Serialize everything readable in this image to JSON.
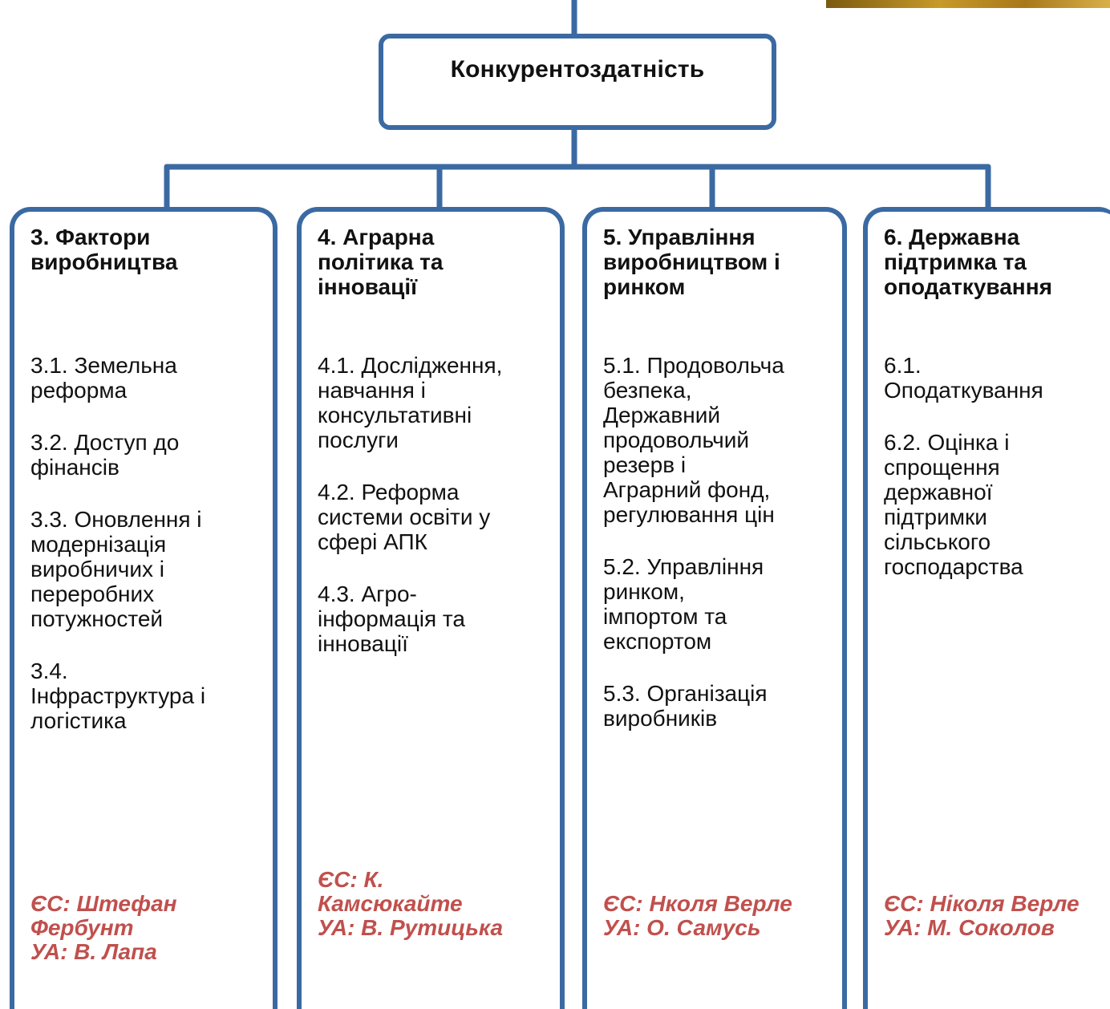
{
  "root": {
    "title": "Конкурентоздатність"
  },
  "columns": [
    {
      "title": "3. Фактори\nвиробництва",
      "items": [
        "3.1. Земельна\nреформа",
        "3.2. Доступ до\nфінансів",
        "3.3. Оновлення і\nмодернізація\nвиробничих і\nпереробних\nпотужностей",
        "3.4.\nІнфраструктура і\nлогістика"
      ],
      "credits": "ЄС: Штефан\nФербунт\nУА:  В. Лапа"
    },
    {
      "title": "4. Аграрна\nполітика та\nінновації",
      "items": [
        "4.1. Дослідження,\nнавчання і\nконсультативні\nпослуги",
        "4.2. Реформа\nсистеми освіти у\nсфері АПК",
        "4.3. Агро-\nінформація та\nінновації"
      ],
      "credits": "ЄС: К.\nКамсюкайте\nУА:  В. Рутицька"
    },
    {
      "title": "5. Управління\nвиробництвом і\nринком",
      "items": [
        "5.1. Продовольча\nбезпека,\nДержавний\nпродовольчий\nрезерв і\nАграрний фонд,\nрегулювання  цін",
        "5.2. Управління\nринком,\nімпортом та\nекспортом",
        "5.3. Організація\nвиробників"
      ],
      "credits": "ЄС: Нколя  Верле\nУА:  О. Самусь"
    },
    {
      "title": "6. Державна\nпідтримка та\nоподаткування",
      "items": [
        "6.1.\nОподаткування",
        "6.2. Оцінка і\nспрощення\nдержавної\nпідтримки\nсільського\nгосподарства"
      ],
      "credits": "ЄС: Ніколя Верле\nУА:  М. Соколов"
    }
  ],
  "colors": {
    "border": "#3b6aa3",
    "credits": "#c0504d"
  }
}
